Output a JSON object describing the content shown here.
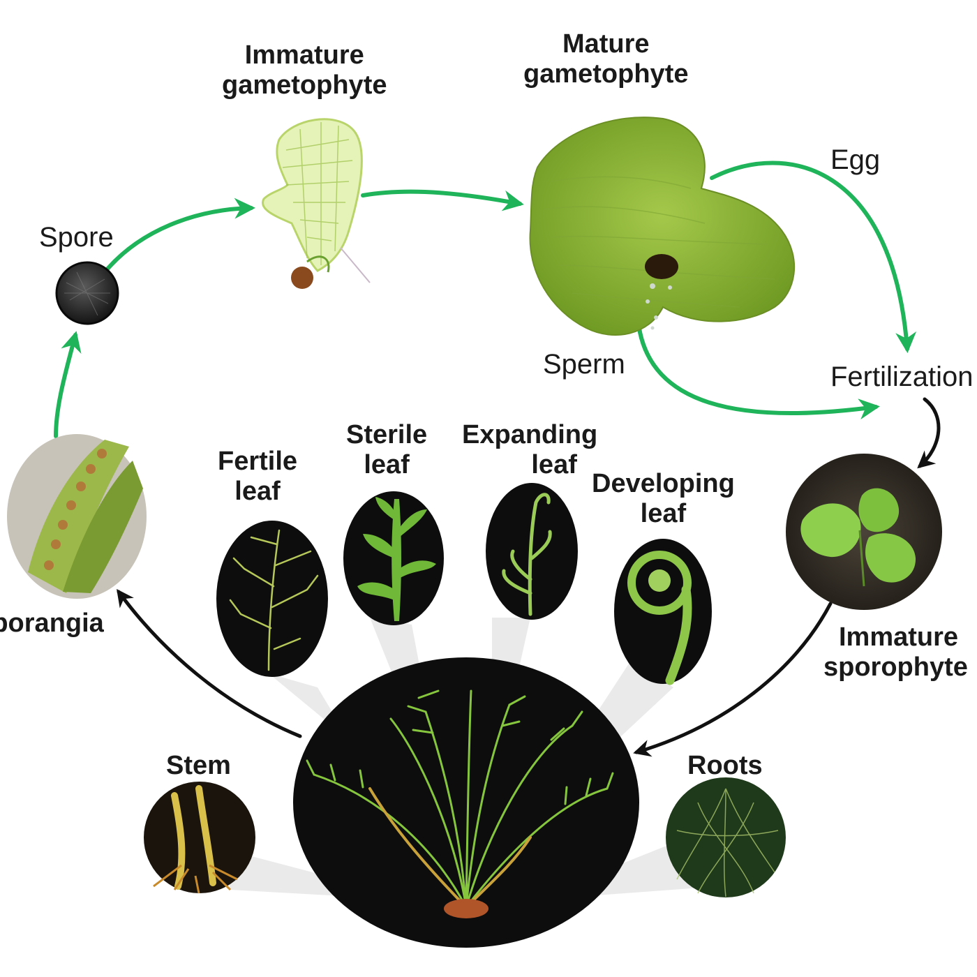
{
  "labels": {
    "spore": "Spore",
    "immature_gametophyte": [
      "Immature",
      "gametophyte"
    ],
    "mature_gametophyte": [
      "Mature",
      "gametophyte"
    ],
    "egg": "Egg",
    "sperm": "Sperm",
    "fertilization": "Fertilization",
    "immature_sporophyte": [
      "Immature",
      "sporophyte"
    ],
    "sporangia": "Sporangia",
    "fertile_leaf": [
      "Fertile",
      "leaf"
    ],
    "sterile_leaf": [
      "Sterile",
      "leaf"
    ],
    "expanding_leaf": [
      "Expanding",
      "leaf"
    ],
    "developing_leaf": [
      "Developing",
      "leaf"
    ],
    "stem": "Stem",
    "roots": "Roots"
  },
  "colors": {
    "arrow_green": "#1fb35a",
    "arrow_black": "#111111",
    "gametophyte_green": "#8fbd34",
    "photo_dark": "#0d0d0d",
    "leaf_green": "#7ec23a",
    "text": "#1a1a1a"
  }
}
